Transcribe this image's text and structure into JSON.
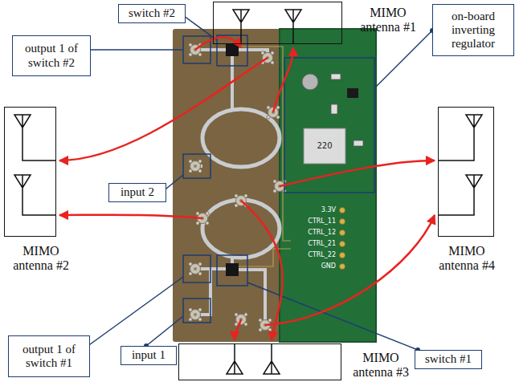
{
  "diagram": {
    "nodes": [
      {
        "text": [
          "MIMO antenna #1"
        ]
      },
      {
        "text": [
          "on-board inverting regulator"
        ]
      },
      {
        "text": [
          "switch #2"
        ]
      },
      {
        "text": [
          "output 1 of switch #2"
        ]
      },
      {
        "text": [
          "MIMO antenna #2"
        ]
      },
      {
        "text": [
          "input 2"
        ]
      },
      {
        "text": [
          "MIMO antenna #4"
        ]
      },
      {
        "text": [
          "output 1 of switch #1"
        ]
      },
      {
        "text": [
          "input 1"
        ]
      },
      {
        "text": [
          "switch #1"
        ]
      },
      {
        "text": [
          "MIMO antenna #3"
        ]
      }
    ],
    "labels": [
      "220",
      "3.3V",
      "CTRL_11",
      "CTRL_12",
      "CTRL_21",
      "CTRL_22",
      "GND"
    ]
  }
}
